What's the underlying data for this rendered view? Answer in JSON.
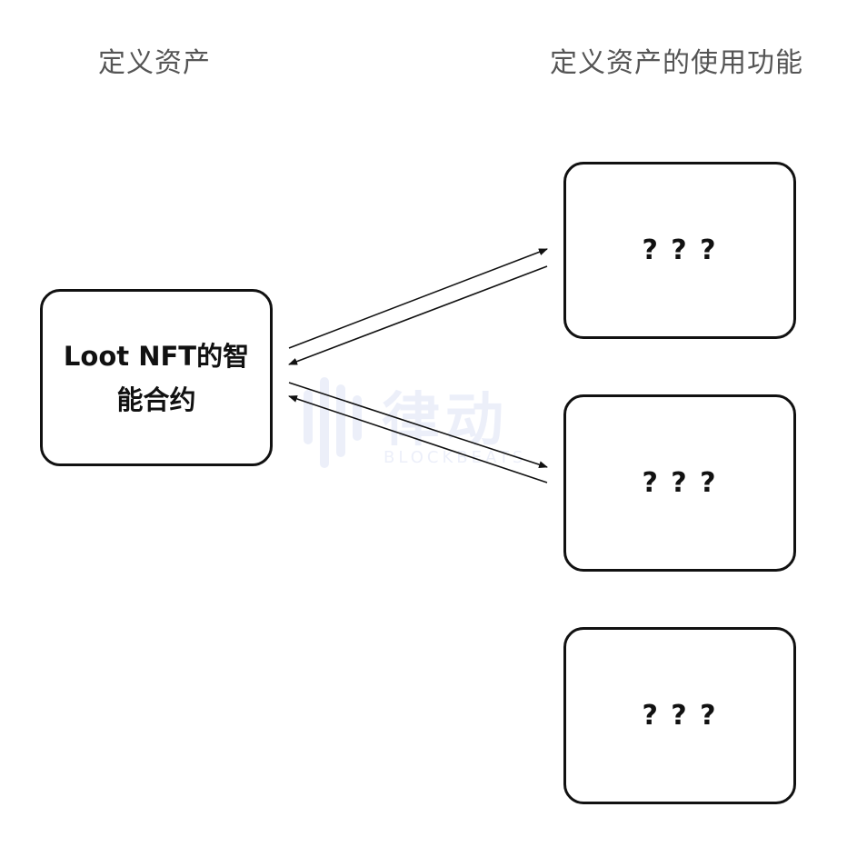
{
  "headings": {
    "left": "定义资产",
    "right": "定义资产的使用功能"
  },
  "source": {
    "label": "Loot NFT的智能合约"
  },
  "targets": [
    {
      "label": "? ? ?"
    },
    {
      "label": "? ? ?"
    },
    {
      "label": "? ? ?"
    }
  ],
  "watermark": {
    "text": "律动",
    "subtext": "BLOCKBEATS"
  },
  "colors": {
    "line": "#111111",
    "heading": "#555555",
    "watermark": "#6a7fd6"
  }
}
